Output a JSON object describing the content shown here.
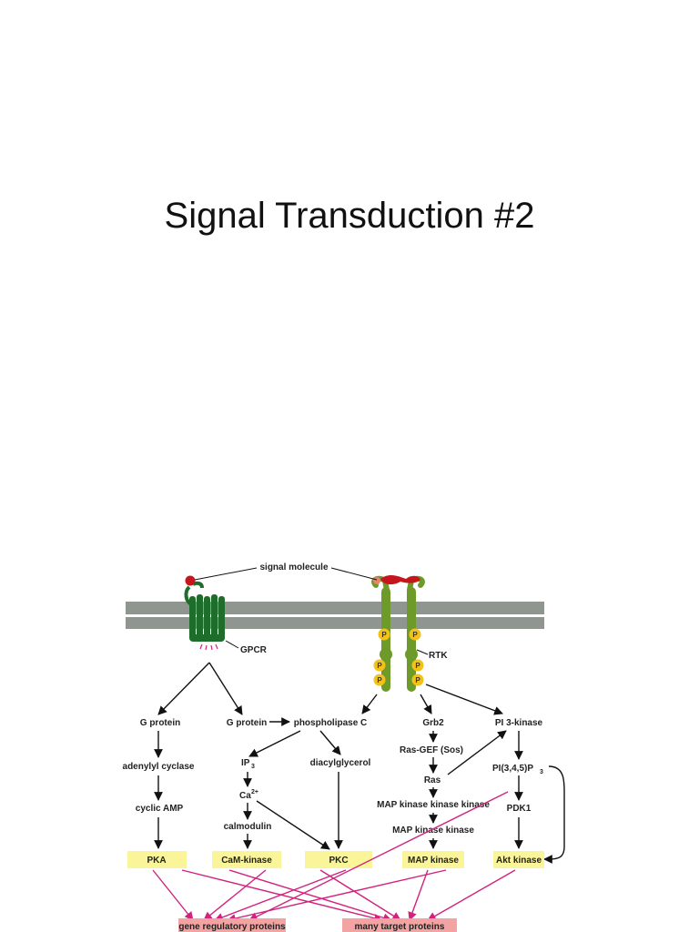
{
  "slide": {
    "title": "Signal Transduction #2"
  },
  "diagram": {
    "colors": {
      "membrane": "#8f9690",
      "gpcr": "#1f6d2a",
      "rtk": "#6e9a2a",
      "ligand": "#c4161c",
      "phospho": "#f2c21a",
      "kinase_box": "#fbf59a",
      "target_box": "#f4a3a3",
      "target_arrow": "#d1237d",
      "arrow": "#111111"
    },
    "labels": {
      "signal_molecule": "signal molecule",
      "gpcr": "GPCR",
      "rtk": "RTK",
      "phospho": "P",
      "g_protein_1": "G protein",
      "g_protein_2": "G protein",
      "phospholipase_c": "phospholipase C",
      "grb2": "Grb2",
      "pi3_kinase": "PI 3-kinase",
      "adenylyl_cyclase": "adenylyl cyclase",
      "ip3": "IP",
      "ip3_sub": "3",
      "diacylglycerol": "diacylglycerol",
      "ras_gef": "Ras-GEF (Sos)",
      "pip3": "PI(3,4,5)P",
      "pip3_sub": "3",
      "ras": "Ras",
      "ca": "Ca",
      "ca_sup": "2+",
      "cyclic_amp": "cyclic AMP",
      "mapkkk": "MAP kinase kinase kinase",
      "pdk1": "PDK1",
      "calmodulin": "calmodulin",
      "mapkk": "MAP kinase kinase"
    },
    "kinases": [
      "PKA",
      "CaM-kinase",
      "PKC",
      "MAP kinase",
      "Akt kinase"
    ],
    "targets": [
      "gene regulatory proteins",
      "many target proteins"
    ]
  }
}
